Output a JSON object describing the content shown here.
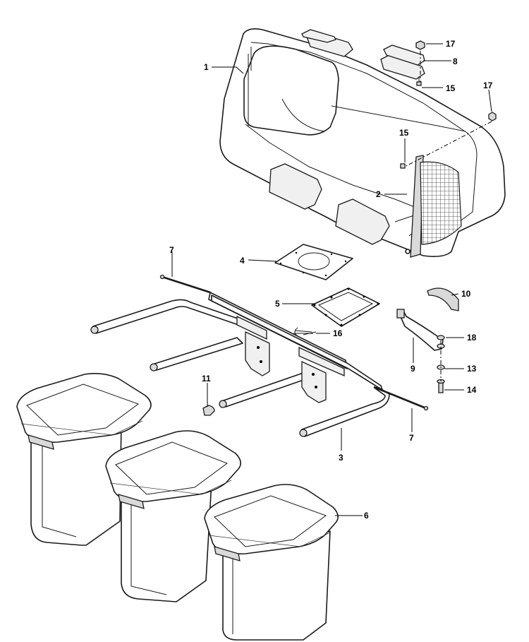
{
  "callouts": {
    "c1": "1",
    "c2": "2",
    "c3": "3",
    "c4": "4",
    "c5": "5",
    "c6": "6",
    "c7a": "7",
    "c7b": "7",
    "c8": "8",
    "c9": "9",
    "c10": "10",
    "c11": "11",
    "c13": "13",
    "c14": "14",
    "c15a": "15",
    "c15b": "15",
    "c16": "16",
    "c17a": "17",
    "c17b": "17",
    "c18": "18"
  }
}
